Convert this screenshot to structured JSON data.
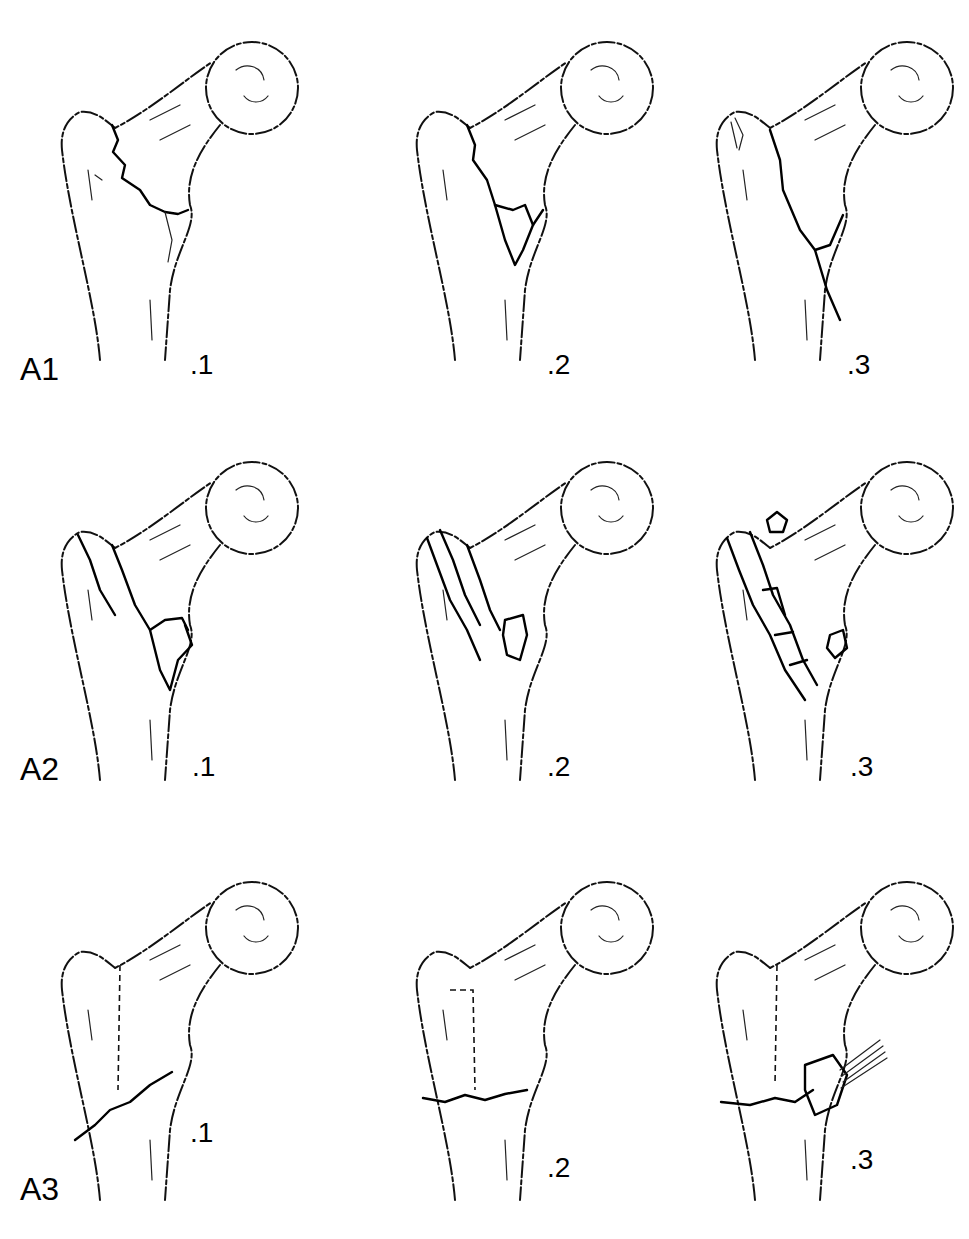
{
  "diagram": {
    "labels": [
      "A1",
      ".1",
      ".2",
      ".3",
      "A2",
      ".1",
      ".2",
      ".3",
      "A3",
      ".1",
      ".2",
      ".3"
    ]
  }
}
